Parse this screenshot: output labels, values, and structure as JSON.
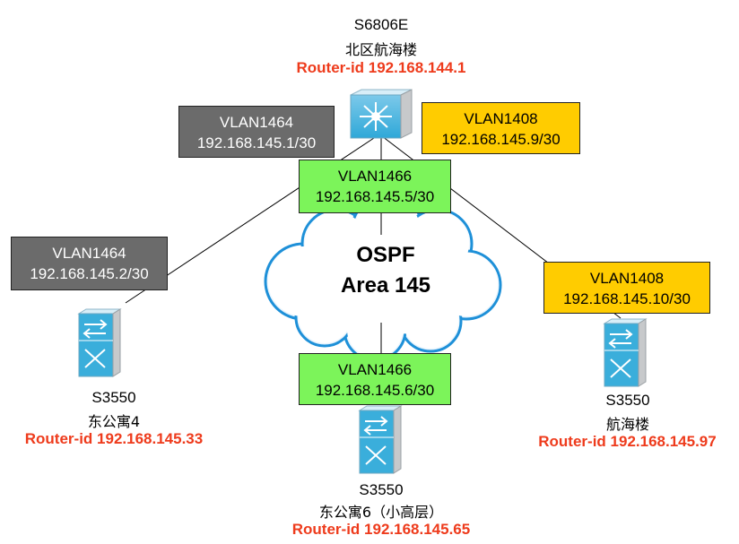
{
  "devices": {
    "core": {
      "model": "S6806E",
      "location": "北区航海楼",
      "router_id": "Router-id 192.168.144.1"
    },
    "east4": {
      "model": "S3550",
      "location": "东公寓4",
      "router_id": "Router-id 192.168.145.33"
    },
    "east6": {
      "model": "S3550",
      "location": "东公寓6（小高层）",
      "router_id": "Router-id 192.168.145.65"
    },
    "hanghai": {
      "model": "S3550",
      "location": "航海楼",
      "router_id": "Router-id 192.168.145.97"
    }
  },
  "vlans": {
    "v1464_core": {
      "name": "VLAN1464",
      "ip": "192.168.145.1/30"
    },
    "v1408_core": {
      "name": "VLAN1408",
      "ip": "192.168.145.9/30"
    },
    "v1466_core": {
      "name": "VLAN1466",
      "ip": "192.168.145.5/30"
    },
    "v1464_east4": {
      "name": "VLAN1464",
      "ip": "192.168.145.2/30"
    },
    "v1408_hanghai": {
      "name": "VLAN1408",
      "ip": "192.168.145.10/30"
    },
    "v1466_east6": {
      "name": "VLAN1466",
      "ip": "192.168.145.6/30"
    }
  },
  "area": {
    "line1": "OSPF",
    "line2": "Area 145"
  },
  "colors": {
    "router_id": "#ee3b1c",
    "vlan_gray": "#6b6b6b",
    "vlan_yellow": "#ffcc00",
    "vlan_green": "#7cf45a",
    "cloud_stroke": "#1e90d8",
    "switch_fill": "#2fa8d8"
  },
  "icons": {
    "core": "multilayer-switch-icon",
    "access": "workgroup-switch-icon",
    "cloud": "network-cloud-icon"
  }
}
